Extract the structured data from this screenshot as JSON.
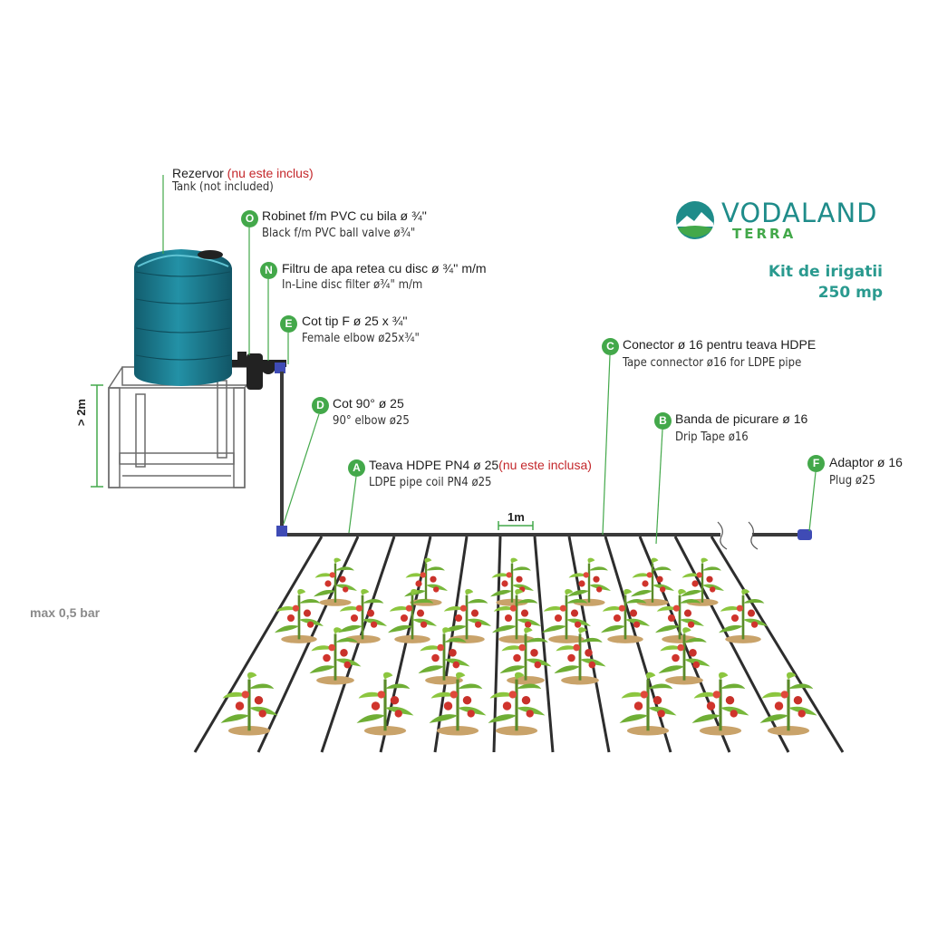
{
  "brand": {
    "name": "VODALAND",
    "sub": "TERRA",
    "colors": {
      "teal": "#1f8c8a",
      "green": "#43a84a"
    }
  },
  "kit": {
    "line1": "Kit de irigatii",
    "line2": "250 mp"
  },
  "notes": {
    "pressure": "max 0,5 bar",
    "height": "> 2m",
    "spacing": "1m"
  },
  "colors": {
    "tank": "#1d7f93",
    "pipe": "#3a3a3a",
    "badge": "#43a84a",
    "not_included": "#c4272b"
  },
  "components": [
    {
      "key": "tank",
      "badge": "",
      "title": "Rezervor",
      "title_red": " (nu este inclus)",
      "subtitle": "Tank (not included)"
    },
    {
      "key": "O",
      "badge": "O",
      "title": "Robinet f/m PVC cu bila ø ¾''",
      "title_red": "",
      "subtitle": "Black f/m PVC ball valve ø¾\""
    },
    {
      "key": "N",
      "badge": "N",
      "title": "Filtru de apa retea cu disc ø ¾'' m/m",
      "title_red": "",
      "subtitle": "In-Line disc filter ø¾\" m/m"
    },
    {
      "key": "E",
      "badge": "E",
      "title": "Cot tip F ø 25 x ¾''",
      "title_red": "",
      "subtitle": "Female elbow ø25x¾\""
    },
    {
      "key": "D",
      "badge": "D",
      "title": "Cot 90° ø 25",
      "title_red": "",
      "subtitle": "90° elbow ø25"
    },
    {
      "key": "A",
      "badge": "A",
      "title": "Teava HDPE PN4 ø 25",
      "title_red": "(nu este inclusa)",
      "subtitle": "LDPE pipe coil PN4 ø25"
    },
    {
      "key": "C",
      "badge": "C",
      "title": "Conector ø 16 pentru teava HDPE",
      "title_red": "",
      "subtitle": "Tape connector ø16 for LDPE pipe"
    },
    {
      "key": "B",
      "badge": "B",
      "title": "Banda de picurare ø 16",
      "title_red": "",
      "subtitle": "Drip Tape ø16"
    },
    {
      "key": "F",
      "badge": "F",
      "title": "Adaptor ø 16",
      "title_red": "",
      "subtitle": "Plug ø25"
    }
  ]
}
